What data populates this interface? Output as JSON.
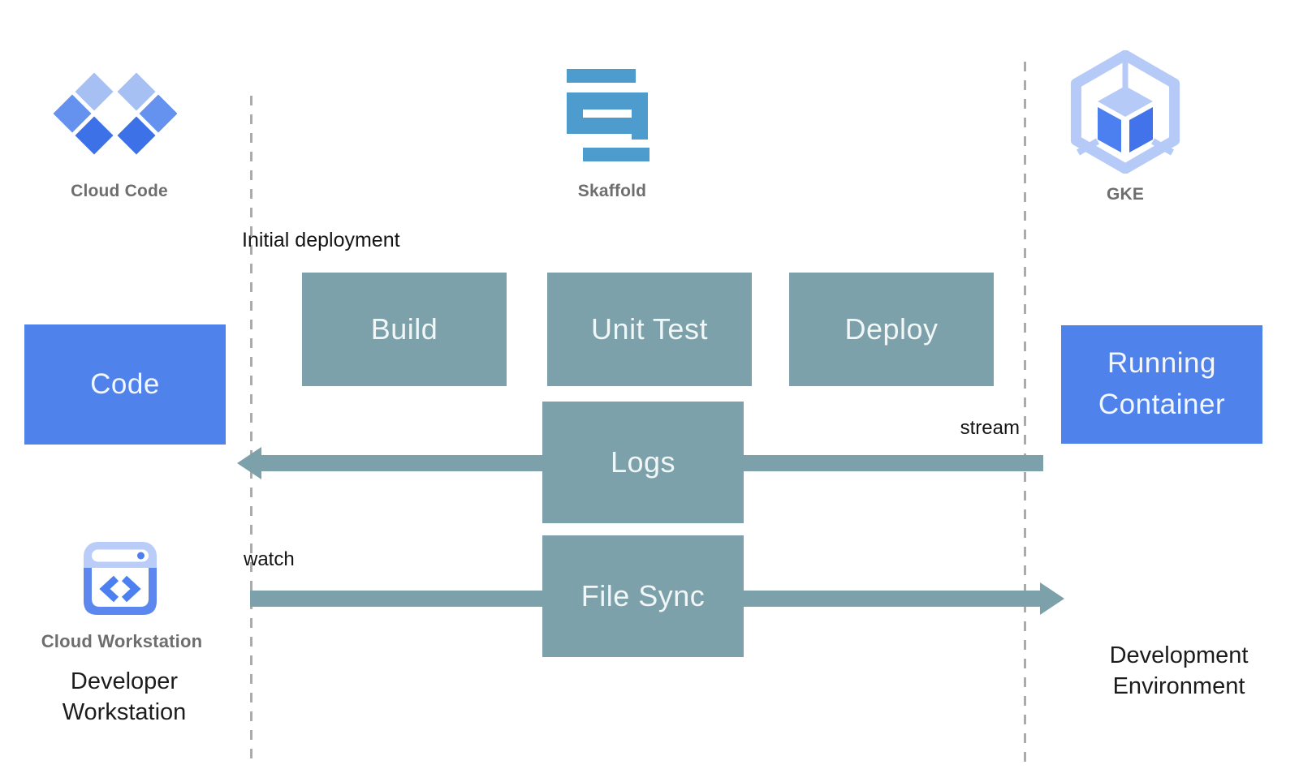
{
  "lanes": {
    "left_icon": "cloud-code-icon",
    "left_label": "Cloud Code",
    "center_icon": "skaffold-icon",
    "center_label": "Skaffold",
    "right_icon": "gke-icon",
    "right_label": "GKE"
  },
  "annotations": {
    "initial_deployment": "Initial deployment",
    "stream": "stream",
    "watch": "watch"
  },
  "boxes": {
    "code": "Code",
    "build": "Build",
    "unit_test": "Unit Test",
    "deploy": "Deploy",
    "logs": "Logs",
    "file_sync": "File Sync",
    "running_container": "Running Container"
  },
  "footer": {
    "cloud_workstation_icon": "cloud-workstation-icon",
    "cloud_workstation": "Cloud Workstation",
    "developer_workstation": "Developer Workstation",
    "development_environment": "Development Environment"
  },
  "colors": {
    "process_box": "#7da1aa",
    "artifact_box": "#4f82ea",
    "arrow": "#7da1aa",
    "skaffold_blue": "#4e9ccd",
    "icon_blue_light": "#a6c0f3",
    "icon_blue_medium": "#6492ee",
    "icon_blue_dark": "#3d71e8",
    "gke_outline": "#b5caf7",
    "label_gray": "#6e6e6e",
    "text_dark": "#141414",
    "divider_gray": "#ababab"
  }
}
